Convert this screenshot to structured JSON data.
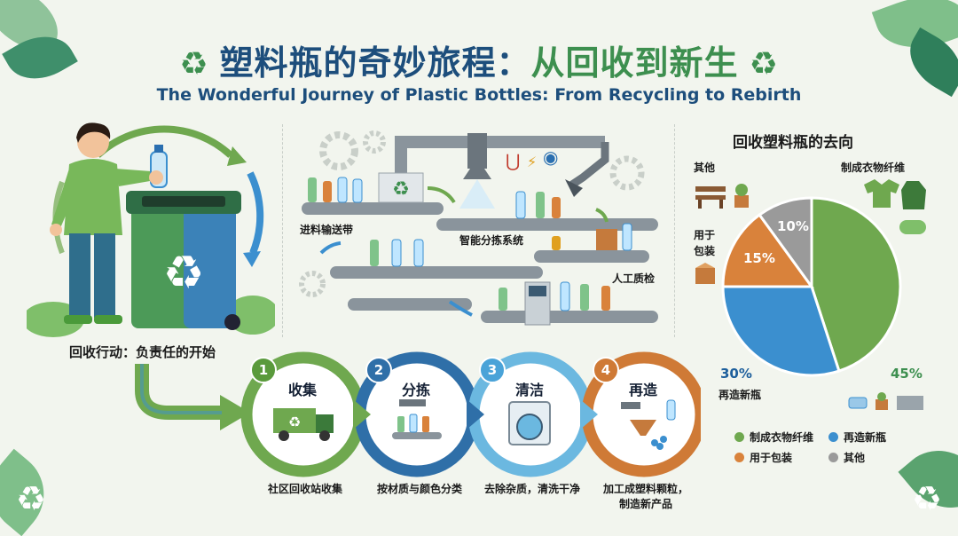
{
  "header": {
    "title_part1": "塑料瓶的奇妙旅程：",
    "title_part2": "从回收到新生",
    "subtitle": "The Wonderful Journey of Plastic Bottles: From Recycling to Rebirth"
  },
  "left_panel": {
    "caption": "回收行动：负责任的开始"
  },
  "factory": {
    "label_conveyor": "进料输送带",
    "label_sorting": "智能分拣系统",
    "label_inspection": "人工质检"
  },
  "steps": [
    {
      "num": "1",
      "title": "收集",
      "desc": "社区回收站收集"
    },
    {
      "num": "2",
      "title": "分拣",
      "desc": "按材质与颜色分类"
    },
    {
      "num": "3",
      "title": "清洁",
      "desc": "去除杂质，清洗干净"
    },
    {
      "num": "4",
      "title": "再造",
      "desc_line1": "加工成塑料颗粒，",
      "desc_line2": "制造新产品"
    }
  ],
  "pie": {
    "title": "回收塑料瓶的去向",
    "label_other": "其他",
    "label_fiber": "制成衣物纤维",
    "label_packaging_line1": "用于",
    "label_packaging_line2": "包装",
    "label_bottles": "再造新瓶",
    "pct_other": "10%",
    "pct_packaging": "15%",
    "pct_bottles": "30%",
    "pct_fiber": "45%"
  },
  "legend": [
    {
      "label": "制成衣物纤维",
      "color": "#6fa84f"
    },
    {
      "label": "再造新瓶",
      "color": "#3b8fcf"
    },
    {
      "label": "用于包装",
      "color": "#d9823b"
    },
    {
      "label": "其他",
      "color": "#9a9a9a"
    }
  ],
  "chart_data": {
    "type": "pie",
    "title": "回收塑料瓶的去向",
    "categories": [
      "制成衣物纤维",
      "再造新瓶",
      "用于包装",
      "其他"
    ],
    "values": [
      45,
      30,
      15,
      10
    ],
    "colors": [
      "#6fa84f",
      "#3b8fcf",
      "#d9823b",
      "#9a9a9a"
    ],
    "legend": "bottom-right"
  },
  "colors": {
    "green": "#5a9a3c",
    "blue": "#1d5f9c",
    "orange": "#cf7a36",
    "light_blue": "#4aa3d8"
  }
}
